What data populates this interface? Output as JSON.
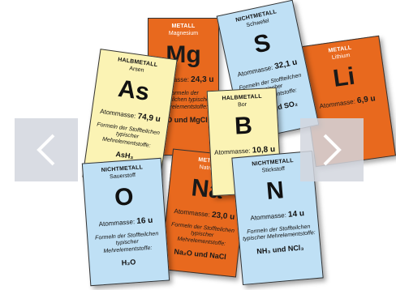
{
  "cards": {
    "magnesium": {
      "category": "METALL",
      "name": "Magnesium",
      "symbol": "Mg",
      "mass_label": "Atommasse:",
      "mass_value": "24,3 u",
      "formula_label": "Formeln der Stoffteilchen typischer Mehrelementstoffe:",
      "molecules": "MgO und MgCl₂"
    },
    "schwefel": {
      "category": "NICHTMETALL",
      "name": "Schwefel",
      "symbol": "S",
      "mass_label": "Atommasse:",
      "mass_value": "32,1 u",
      "formula_label": "Formeln der Stoffteilchen typischer Mehrelementstoffe:",
      "molecules": "H₂S und SO₂"
    },
    "lithium": {
      "category": "METALL",
      "name": "Lithium",
      "symbol": "Li",
      "mass_label": "Atommasse:",
      "mass_value": "6,9 u"
    },
    "arsen": {
      "category": "HALBMETALL",
      "name": "Arsen",
      "symbol": "As",
      "mass_label": "Atommasse:",
      "mass_value": "74,9 u",
      "formula_label": "Formeln der Stoffteilchen typischer Mehrelementstoffe:",
      "molecules": "AsH₃"
    },
    "bor": {
      "category": "HALBMETALL",
      "name": "Bor",
      "symbol": "B",
      "mass_label": "Atommasse:",
      "mass_value": "10,8 u"
    },
    "natrium": {
      "category": "METALL",
      "name": "Natrium",
      "symbol": "Na",
      "mass_label": "Atommasse:",
      "mass_value": "23,0 u",
      "formula_label": "Formeln der Stoffteilchen typischer Mehrelementstoffe:",
      "molecules": "Na₂O und NaCl"
    },
    "sauerstoff": {
      "category": "NICHTMETALL",
      "name": "Sauerstoff",
      "symbol": "O",
      "mass_label": "Atommasse:",
      "mass_value": "16 u",
      "formula_label": "Formeln der Stoffteilchen typischer Mehrelementstoffe:",
      "molecules": "H₂O"
    },
    "stickstoff": {
      "category": "NICHTMETALL",
      "name": "Stickstoff",
      "symbol": "N",
      "mass_label": "Atommasse:",
      "mass_value": "14 u",
      "formula_label": "Formeln der Stoffteilchen typischer Mehrelementstoffe:",
      "molecules": "NH₃ und NCl₃"
    }
  },
  "colors": {
    "metall": "#e8691e",
    "nichtmetall": "#bfe0f5",
    "halbmetall": "#fbf3b4"
  },
  "nav": {
    "prev_icon": "chevron-left-icon",
    "next_icon": "chevron-right-icon"
  }
}
